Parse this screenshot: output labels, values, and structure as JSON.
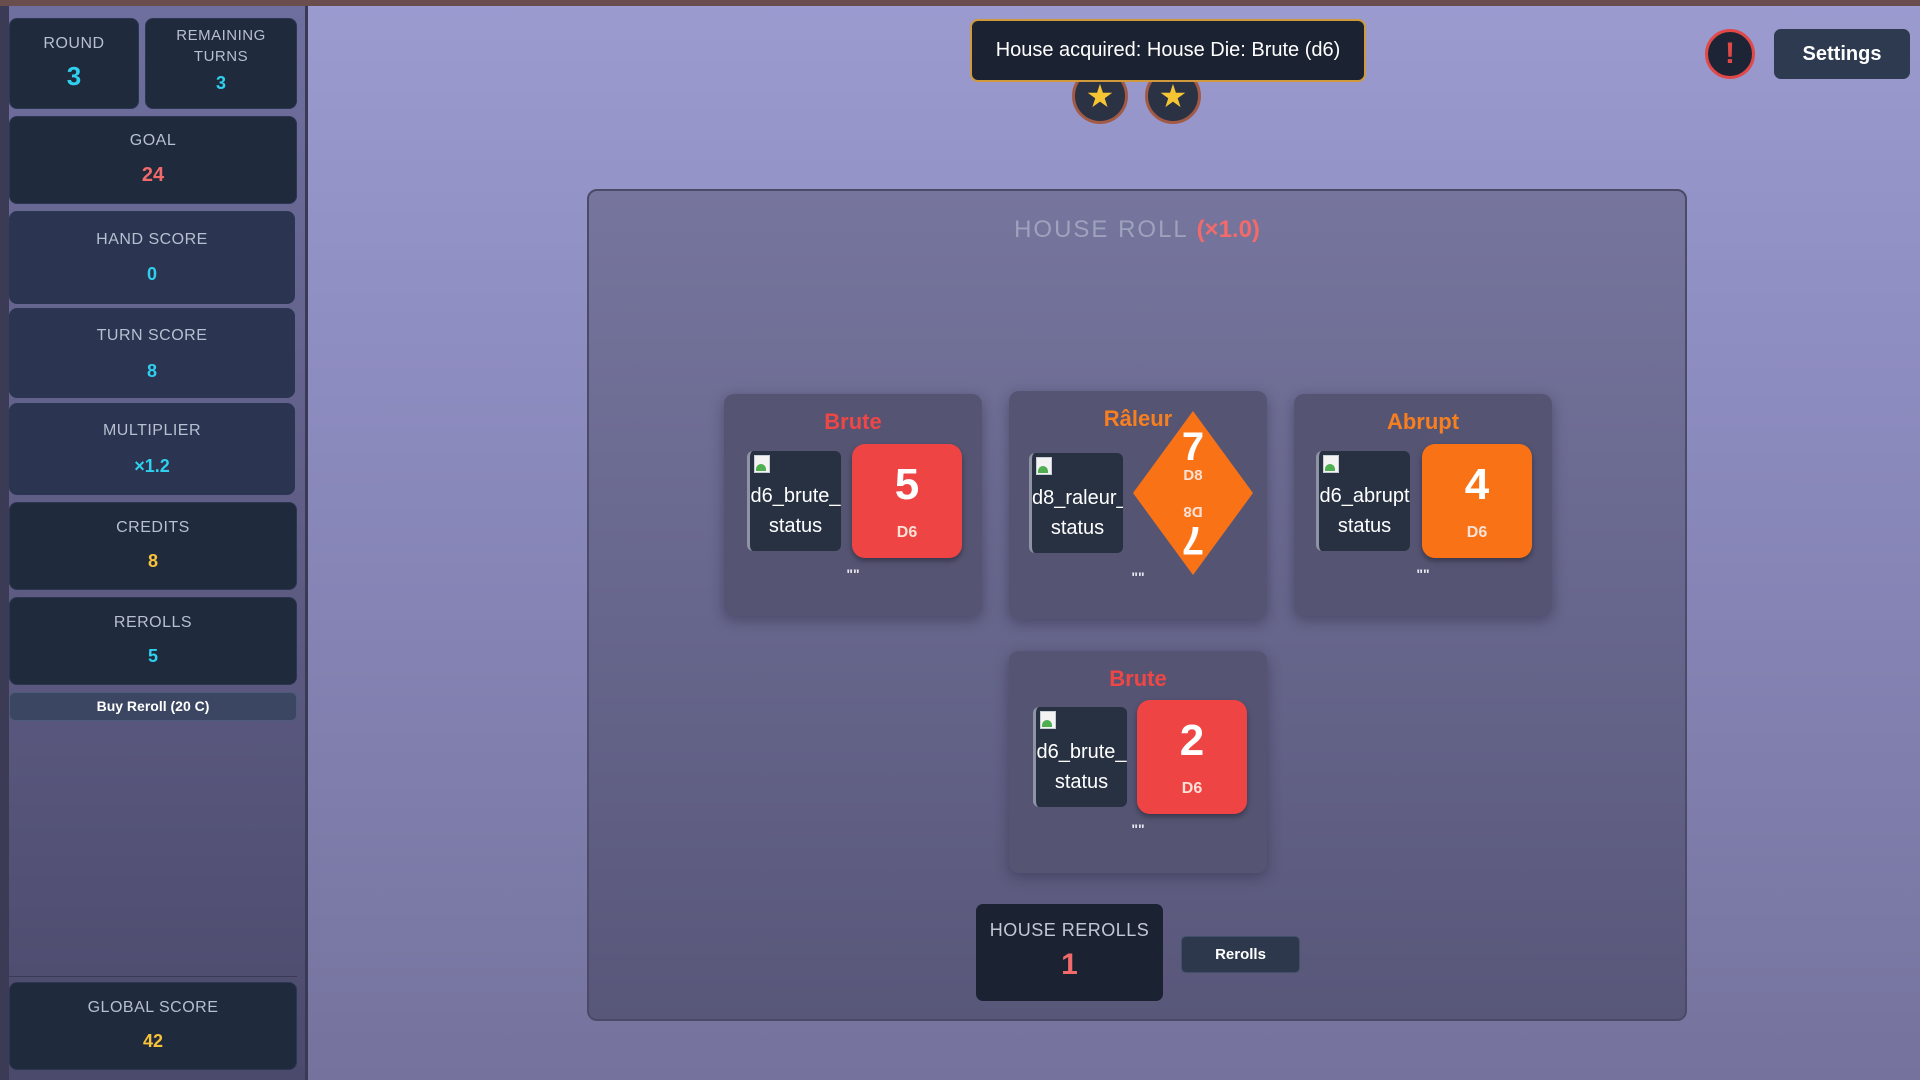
{
  "sidebar": {
    "round": {
      "label": "ROUND",
      "value": "3"
    },
    "remaining_turns": {
      "label": "REMAINING TURNS",
      "value": "3"
    },
    "goal": {
      "label": "GOAL",
      "value": "24"
    },
    "hand_score": {
      "label": "HAND SCORE",
      "value": "0"
    },
    "turn_score": {
      "label": "TURN SCORE",
      "value": "8"
    },
    "multiplier": {
      "label": "MULTIPLIER",
      "value": "×1.2"
    },
    "credits": {
      "label": "CREDITS",
      "value": "8"
    },
    "rerolls": {
      "label": "REROLLS",
      "value": "5"
    },
    "buy_reroll_label": "Buy Reroll (20 C)",
    "global_score": {
      "label": "GLOBAL SCORE",
      "value": "42"
    }
  },
  "toast": {
    "message": "House acquired: House Die: Brute (d6)"
  },
  "top_right": {
    "settings_label": "Settings",
    "alert_icon": "!"
  },
  "star_icon": "★",
  "house": {
    "title": "HOUSE ROLL",
    "multiplier": "(×1.0)",
    "dice": [
      {
        "name": "Brute",
        "status_alt": "d6_brute_ status",
        "value": "5",
        "type": "D6",
        "color": "#ef4444",
        "quote": "\"\""
      },
      {
        "name": "Râleur",
        "status_alt": "d8_raleur_ status",
        "value": "7",
        "type": "D8",
        "color": "#f97316",
        "quote": "\"\""
      },
      {
        "name": "Abrupt",
        "status_alt": "d6_abrupt status",
        "value": "4",
        "type": "D6",
        "color": "#f97316",
        "quote": "\"\""
      },
      {
        "name": "Brute",
        "status_alt": "d6_brute_ status",
        "value": "2",
        "type": "D6",
        "color": "#ef4444",
        "quote": "\"\""
      }
    ],
    "house_rerolls": {
      "label": "HOUSE REROLLS",
      "value": "1"
    },
    "rerolls_button_label": "Rerolls"
  }
}
